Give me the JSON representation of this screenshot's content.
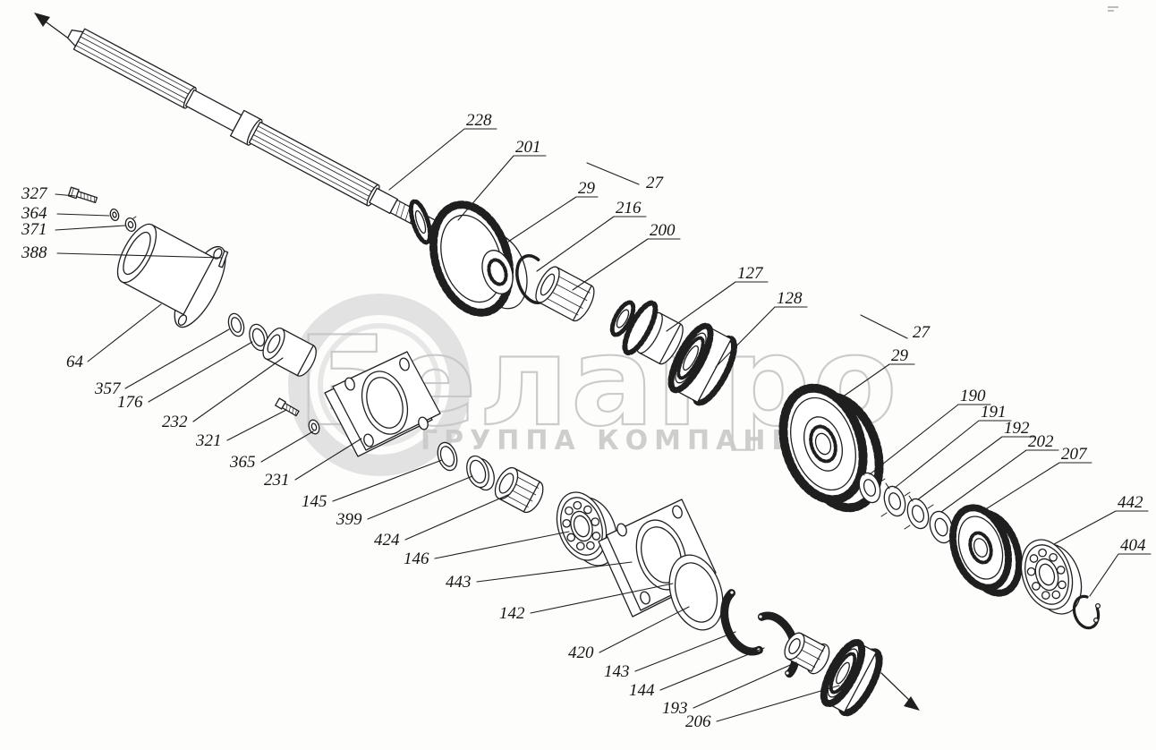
{
  "watermark": {
    "brand": "Белагро",
    "subtitle": "ГРУППА КОМПАНИЙ",
    "color": "#c9c9c9"
  },
  "callouts": {
    "c228": "228",
    "c201": "201",
    "c29a": "29",
    "c27a": "27",
    "c216": "216",
    "c200": "200",
    "c127": "127",
    "c128": "128",
    "c327": "327",
    "c364": "364",
    "c371": "371",
    "c388": "388",
    "c64": "64",
    "c357": "357",
    "c176": "176",
    "c232": "232",
    "c321": "321",
    "c365": "365",
    "c231": "231",
    "c145": "145",
    "c399": "399",
    "c424": "424",
    "c146": "146",
    "c443": "443",
    "c142": "142",
    "c420": "420",
    "c143": "143",
    "c144": "144",
    "c193": "193",
    "c206": "206",
    "c27b": "27",
    "c29b": "29",
    "c190": "190",
    "c191": "191",
    "c192": "192",
    "c202": "202",
    "c207": "207",
    "c442": "442",
    "c404": "404"
  }
}
